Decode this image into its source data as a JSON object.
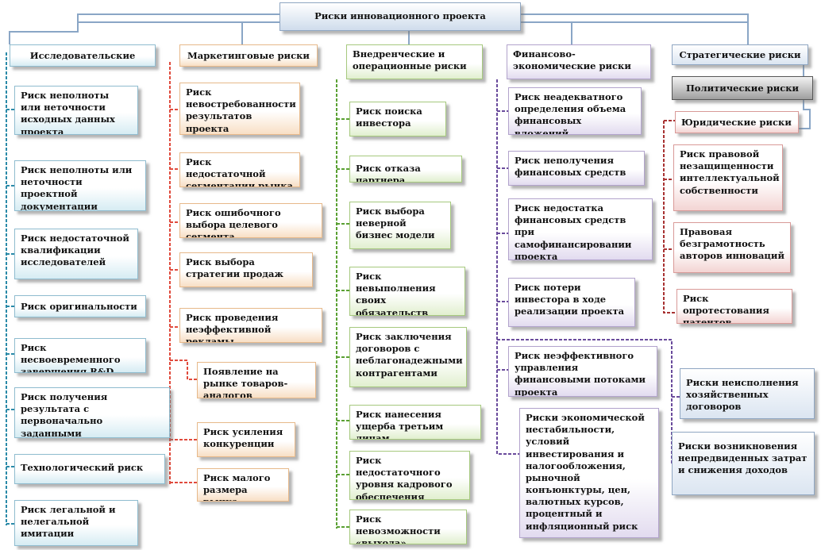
{
  "root": "Риски инновационного проекта",
  "categories": {
    "research": "Исследовательские риски",
    "marketing": "Маркетинговые риски",
    "operational": "Внедренческие и операционные риски",
    "financial": "Финансово-экономические риски",
    "strategic": "Стратегические риски",
    "political": "Политические риски",
    "legal": "Юридические риски"
  },
  "research": [
    "Риск неполноты или неточности исходных данных проекта",
    "Риск неполноты или неточности проектной документации",
    "Риск недостаточной квалификации исследователей",
    "Риск оригинальности",
    "Риск несвоевременного завершения R&D",
    "Риск получения результата с первоначально заданными характеристиками",
    "Технологический риск",
    "Риск легальной и нелегальной имитации"
  ],
  "marketing": [
    "Риск невостребованности результатов проекта",
    "Риск недостаточной сегментации рынка",
    "Риск ошибочного выбора целевого сегмента",
    "Риск выбора стратегии продаж",
    "Риск проведения неэффективной рекламы",
    "Появление на рынке товаров-аналогов",
    "Риск усиления конкуренции",
    "Риск малого размера рынка"
  ],
  "operational": [
    "Риск поиска инвестора",
    "Риск отказа партнера",
    "Риск выбора неверной бизнес модели",
    "Риск невыполнения своих обязательств партнерами",
    "Риск заключения договоров с неблагонадежными контрагентами",
    "Риск нанесения ущерба третьим лицам",
    "Риск недостаточного уровня кадрового обеспечения",
    "Риск невозможности «выхода»"
  ],
  "financial": [
    "Риск неадекватного определения объема финансовых вложений",
    "Риск неполучения финансовых средств",
    "Риск недостатка финансовых средств при самофинансировании проекта",
    "Риск потери инвестора в ходе реализации проекта",
    "Риск неэффективного управления финансовыми потоками проекта",
    "Риски экономической нестабильности, условий инвестирования и налогообложения, рыночной конъюнктуры, цен, валютных курсов, процентный и инфляционный риск"
  ],
  "financial_side": [
    "Риски неисполнения хозяйственных договоров",
    "Риски возникновения непредвиденных затрат и снижения доходов"
  ],
  "legal": [
    "Риск правовой незащищенности интеллектуальной собственности",
    "Правовая безграмотность авторов инноваций",
    "Риск опротестования патентов"
  ],
  "colors": {
    "research": "#2a8aa8",
    "marketing": "#e04a3c",
    "operational": "#5aa033",
    "financial": "#6a4b9c",
    "legal": "#a83232",
    "root": "#8fa6c2"
  }
}
